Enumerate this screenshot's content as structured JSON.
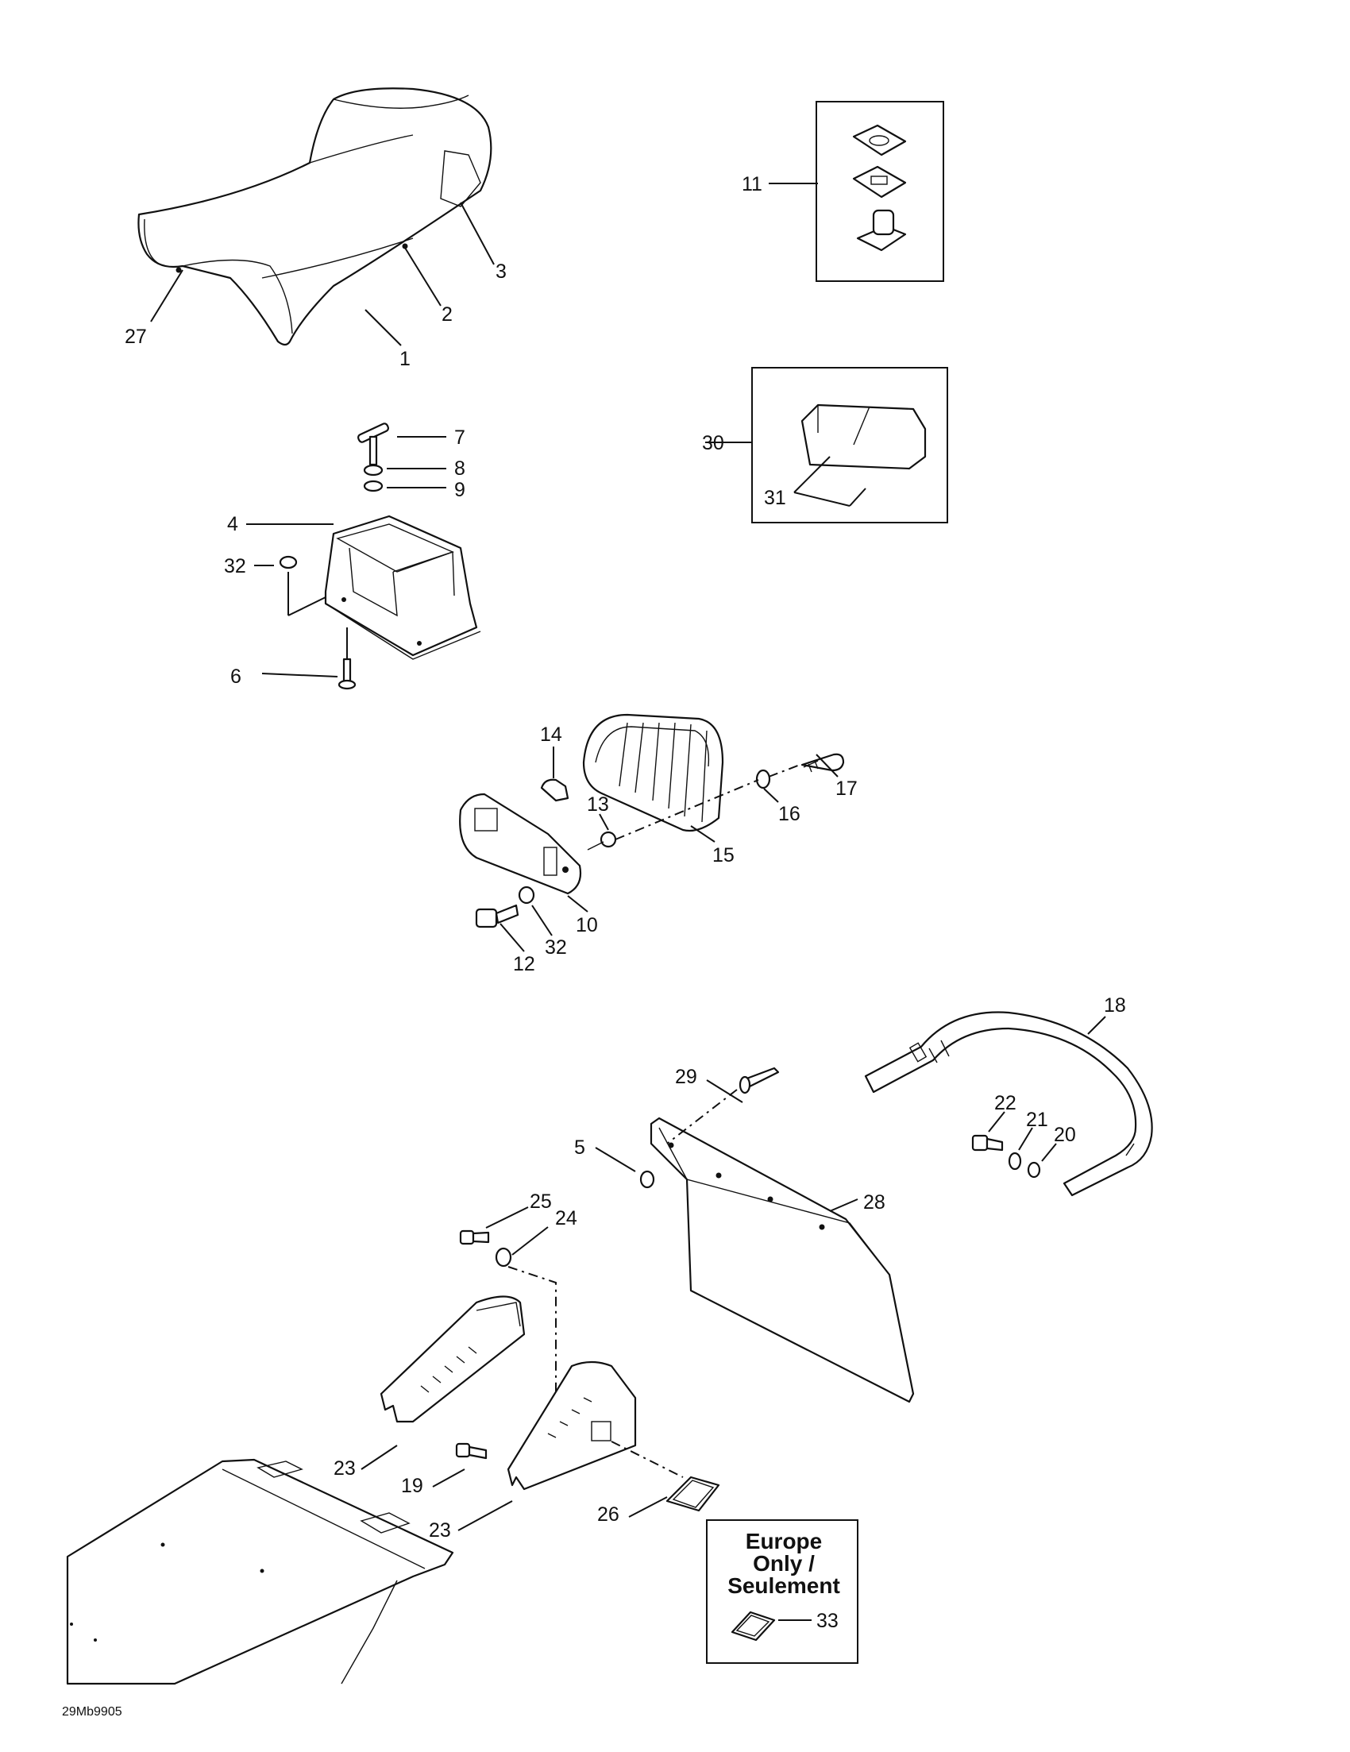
{
  "callouts": {
    "c1": "1",
    "c2": "2",
    "c3": "3",
    "c4": "4",
    "c5": "5",
    "c6": "6",
    "c7": "7",
    "c8": "8",
    "c9": "9",
    "c10": "10",
    "c11": "11",
    "c12": "12",
    "c13": "13",
    "c14": "14",
    "c15": "15",
    "c16": "16",
    "c17": "17",
    "c18": "18",
    "c19": "19",
    "c20": "20",
    "c21": "21",
    "c22": "22",
    "c23a": "23",
    "c23b": "23",
    "c24": "24",
    "c25": "25",
    "c26": "26",
    "c27": "27",
    "c28": "28",
    "c29": "29",
    "c30": "30",
    "c31": "31",
    "c32a": "32",
    "c32b": "32",
    "c33": "33"
  },
  "europe_box": {
    "line1": "Europe",
    "line2": "Only /",
    "line3": "Seulement"
  },
  "drawing_ref": "29Mb9905"
}
